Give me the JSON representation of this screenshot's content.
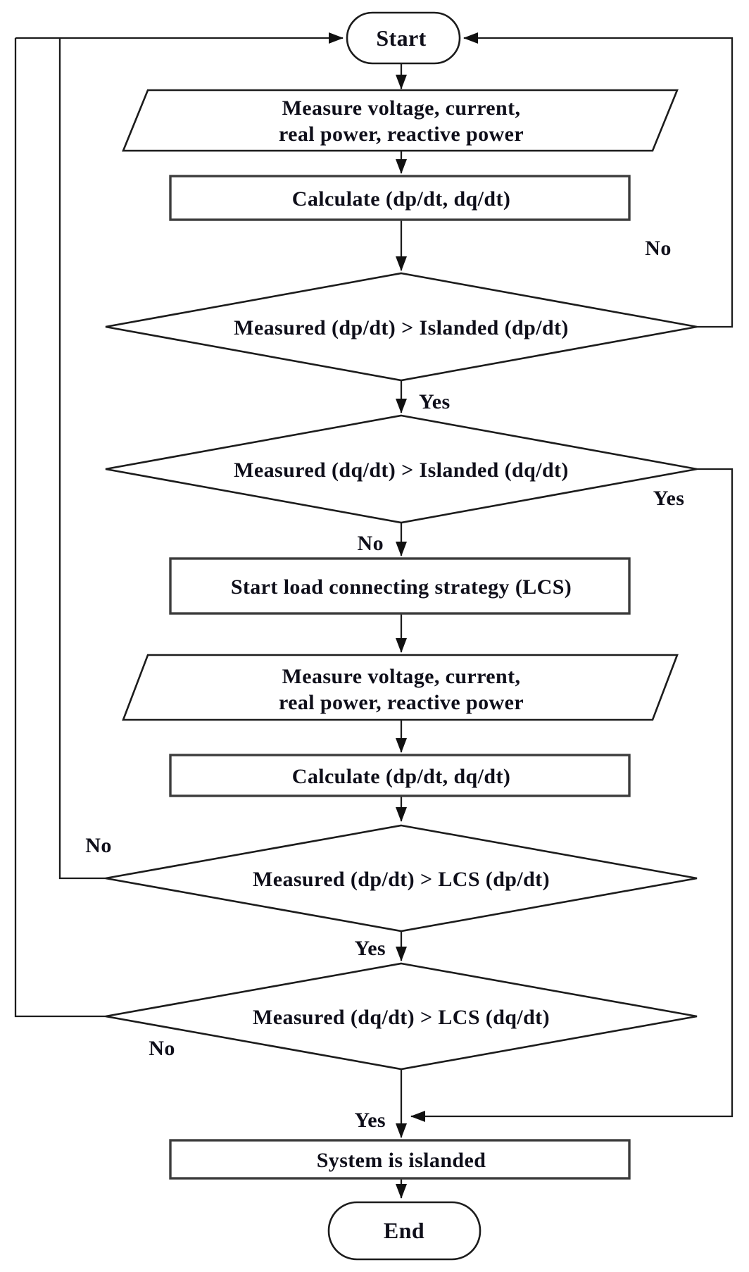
{
  "diagram": {
    "kind": "flowchart",
    "colors": {
      "background": "#ffffff",
      "line": "#1c1c1c",
      "text": "#0f0f1a"
    },
    "nodes": {
      "start": {
        "label": "Start"
      },
      "measure1": {
        "line1": "Measure voltage, current,",
        "line2": "real power, reactive power"
      },
      "calculate1": {
        "label": "Calculate (dp/dt, dq/dt)"
      },
      "decision1": {
        "label": "Measured (dp/dt) > Islanded (dp/dt)"
      },
      "decision2": {
        "label": "Measured (dq/dt) > Islanded (dq/dt)"
      },
      "lcs": {
        "label": "Start load connecting strategy (LCS)"
      },
      "measure2": {
        "line1": "Measure voltage, current,",
        "line2": "real power, reactive power"
      },
      "calculate2": {
        "label": "Calculate (dp/dt, dq/dt)"
      },
      "decision3": {
        "label": "Measured (dp/dt) > LCS (dp/dt)"
      },
      "decision4": {
        "label": "Measured (dq/dt) > LCS (dq/dt)"
      },
      "islanded": {
        "label": "System is islanded"
      },
      "end": {
        "label": "End"
      }
    },
    "edge_labels": {
      "d1_no": "No",
      "d1_yes": "Yes",
      "d2_yes": "Yes",
      "d2_no": "No",
      "d3_no": "No",
      "d3_yes": "Yes",
      "d4_no": "No",
      "d4_yes": "Yes"
    }
  }
}
